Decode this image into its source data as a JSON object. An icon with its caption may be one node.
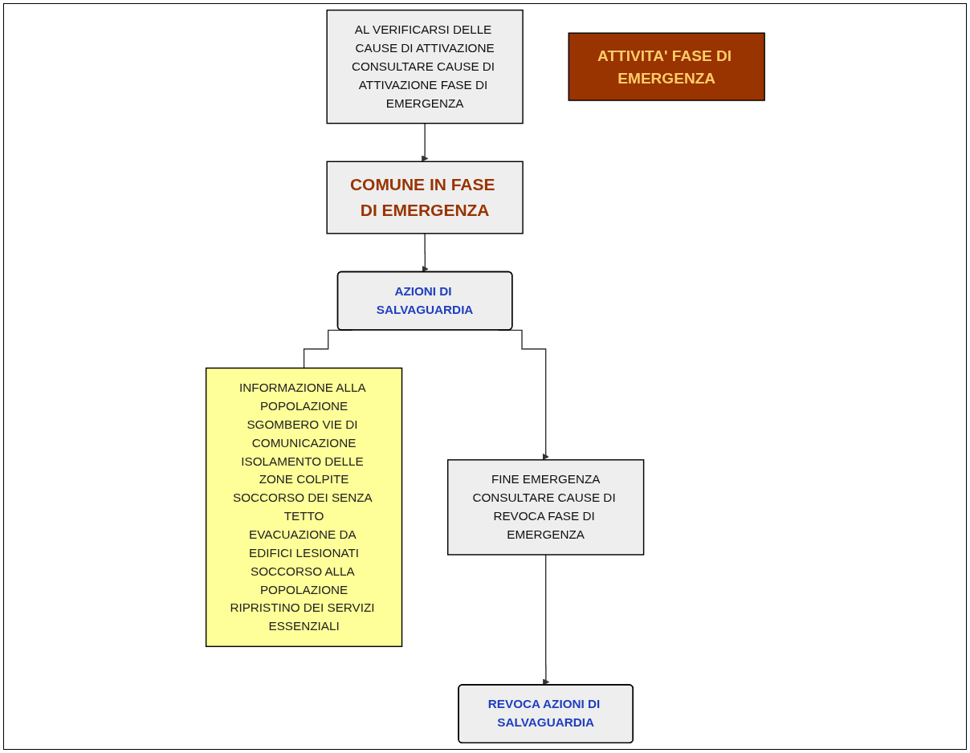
{
  "diagram": {
    "nodes": [
      {
        "text": [
          "AL VERIFICARSI DELLE CAUSE DI ATTIVAZIONE",
          "CONSULTARE CAUSE DI ATTIVAZIONE FASE DI EMERGENZA"
        ]
      },
      {
        "text": [
          "ATTIVITA' FASE DI EMERGENZA"
        ]
      },
      {
        "text": [
          "COMUNE IN FASE DI EMERGENZA"
        ]
      },
      {
        "text": [
          "AZIONI DI SALVAGUARDIA"
        ]
      },
      {
        "text": [
          "INFORMAZIONE ALLA POPOLAZIONE",
          "SGOMBERO VIE DI COMUNICAZIONE",
          "ISOLAMENTO DELLE ZONE COLPITE",
          "SOCCORSO DEI SENZA TETTO",
          "EVACUAZIONE DA EDIFICI LESIONATI",
          "SOCCORSO ALLA POPOLAZIONE",
          "RIPRISTINO DEI SERVIZI ESSENZIALI"
        ]
      },
      {
        "text": [
          "FINE EMERGENZA",
          "CONSULTARE CAUSE DI REVOCA FASE DI EMERGENZA"
        ]
      },
      {
        "text": [
          "REVOCA AZIONI DI SALVAGUARDIA"
        ]
      }
    ],
    "edges": [
      {
        "from": 0,
        "to": 2,
        "arrow": "to"
      },
      {
        "from": 2,
        "to": 3,
        "arrow": "to"
      },
      {
        "from": 3,
        "to": 4,
        "arrow": "none"
      },
      {
        "from": 3,
        "to": 5,
        "arrow": "to"
      },
      {
        "from": 5,
        "to": 6,
        "arrow": "to"
      }
    ]
  }
}
